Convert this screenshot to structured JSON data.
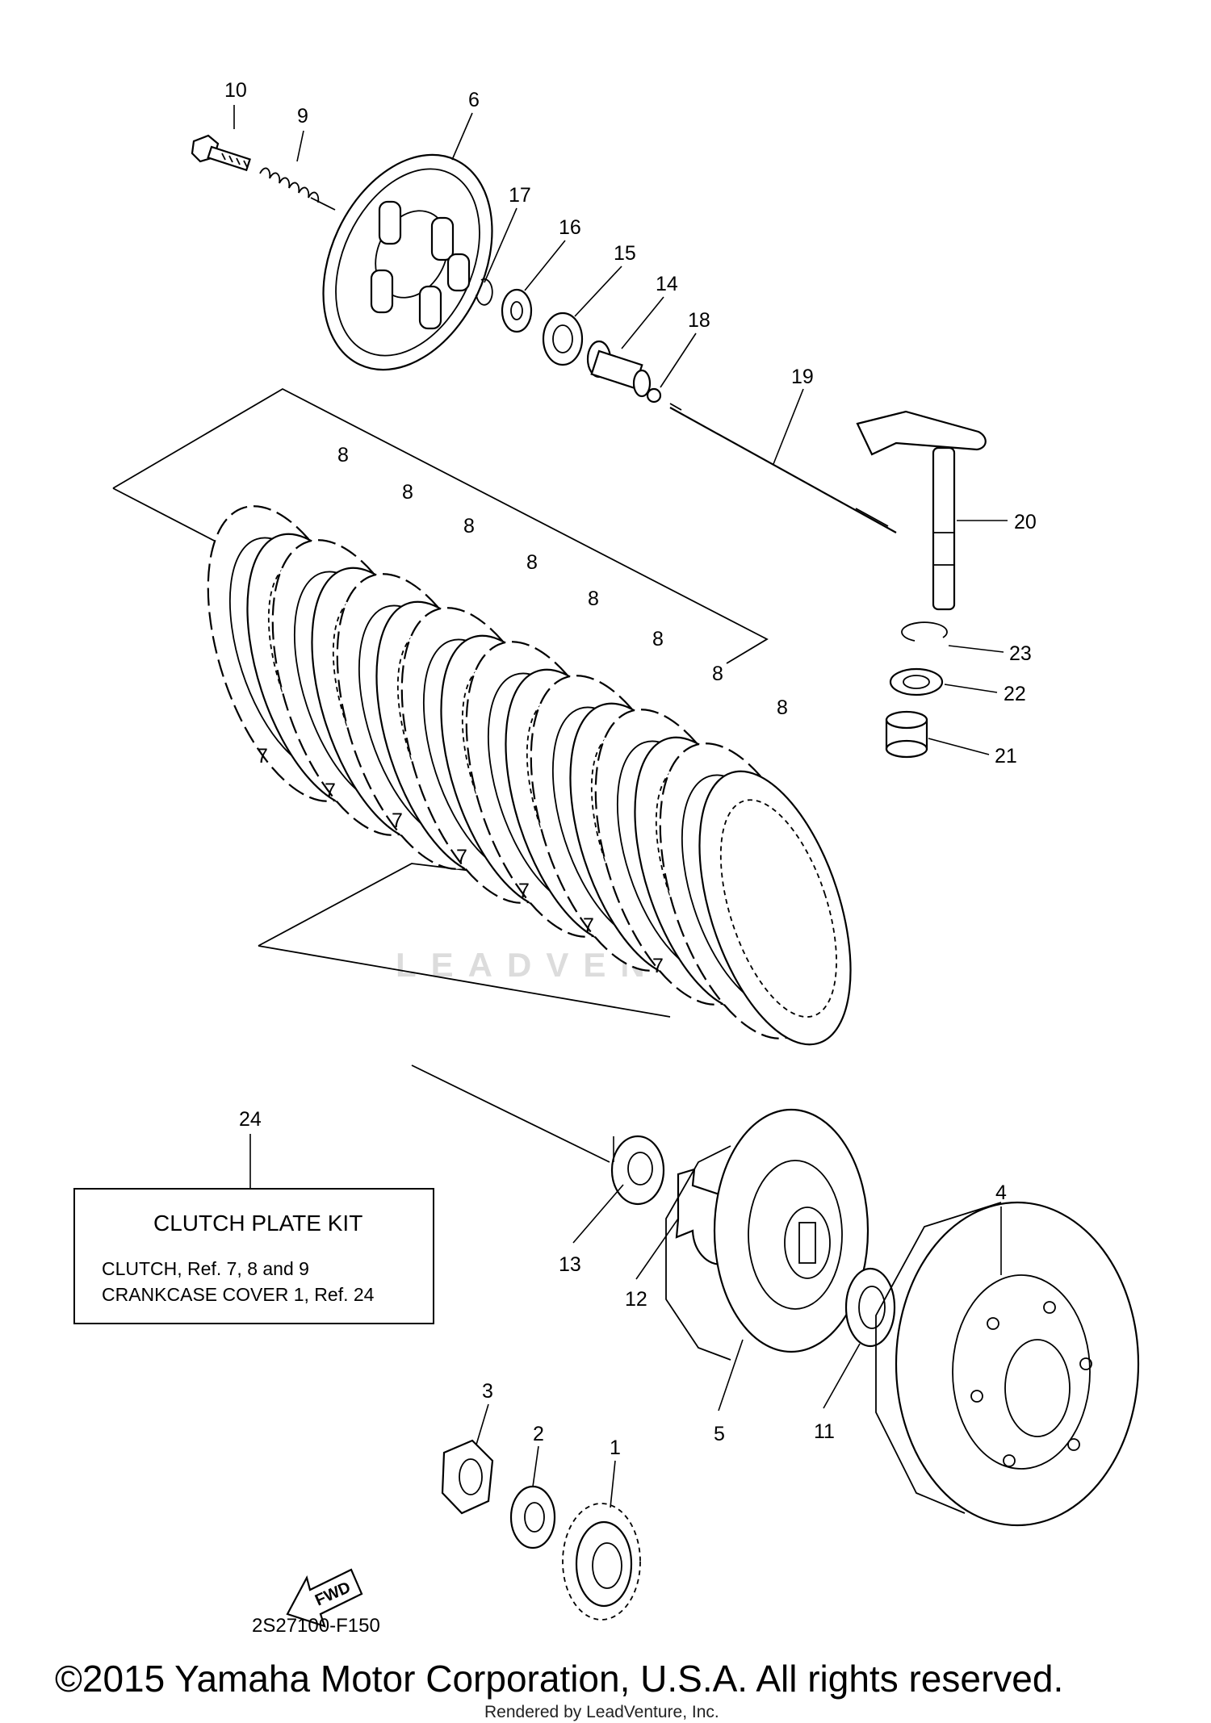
{
  "callouts": [
    {
      "id": "10",
      "label": "10"
    },
    {
      "id": "9",
      "label": "9"
    },
    {
      "id": "6",
      "label": "6"
    },
    {
      "id": "17",
      "label": "17"
    },
    {
      "id": "16",
      "label": "16"
    },
    {
      "id": "15",
      "label": "15"
    },
    {
      "id": "14",
      "label": "14"
    },
    {
      "id": "18",
      "label": "18"
    },
    {
      "id": "19",
      "label": "19"
    },
    {
      "id": "20",
      "label": "20"
    },
    {
      "id": "23",
      "label": "23"
    },
    {
      "id": "22",
      "label": "22"
    },
    {
      "id": "21",
      "label": "21"
    },
    {
      "id": "8a",
      "label": "8"
    },
    {
      "id": "8b",
      "label": "8"
    },
    {
      "id": "8c",
      "label": "8"
    },
    {
      "id": "8d",
      "label": "8"
    },
    {
      "id": "8e",
      "label": "8"
    },
    {
      "id": "8f",
      "label": "8"
    },
    {
      "id": "8g",
      "label": "8"
    },
    {
      "id": "8h",
      "label": "8"
    },
    {
      "id": "7a",
      "label": "7"
    },
    {
      "id": "7b",
      "label": "7"
    },
    {
      "id": "7c",
      "label": "7"
    },
    {
      "id": "7d",
      "label": "7"
    },
    {
      "id": "7e",
      "label": "7"
    },
    {
      "id": "7f",
      "label": "7"
    },
    {
      "id": "7g",
      "label": "7"
    },
    {
      "id": "24",
      "label": "24"
    },
    {
      "id": "13",
      "label": "13"
    },
    {
      "id": "12",
      "label": "12"
    },
    {
      "id": "5",
      "label": "5"
    },
    {
      "id": "11",
      "label": "11"
    },
    {
      "id": "4",
      "label": "4"
    },
    {
      "id": "3",
      "label": "3"
    },
    {
      "id": "2",
      "label": "2"
    },
    {
      "id": "1",
      "label": "1"
    }
  ],
  "kit": {
    "title": "CLUTCH PLATE KIT",
    "line1": "CLUTCH, Ref.  7, 8 and 9",
    "line2": "CRANKCASE COVER 1, Ref.  24"
  },
  "fwd_label": "FWD",
  "diagram_code": "2S27100-F150",
  "watermark": "LEADVENTURE",
  "copyright": "©2015 Yamaha Motor Corporation, U.S.A. All rights reserved.",
  "rendered_by": "Rendered by LeadVenture, Inc."
}
